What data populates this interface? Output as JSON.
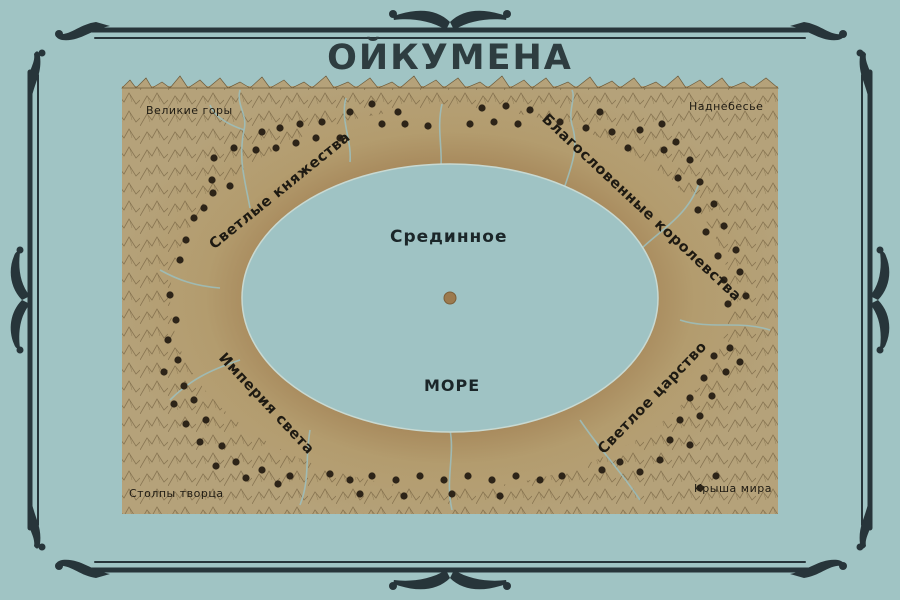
{
  "title": "ОЙКУМЕНА",
  "colors": {
    "background": "#a0c4c4",
    "frame": "#27353a",
    "land": "#b09a6c",
    "land_inner": "#a8895a",
    "sea": "#9fc3c4",
    "trees": "#2d2418",
    "island": "#9c7a4e"
  },
  "corner_labels": {
    "top_left": "Великие горы",
    "top_right": "Наднебесье",
    "bottom_left": "Столпы творца",
    "bottom_right": "Крыша мира"
  },
  "regions": {
    "north_west": "Светлые княжества",
    "north_east": "Благословенные королевства",
    "south_west": "Империя света",
    "south_east": "Светлое царство"
  },
  "sea": {
    "name_line1": "Срединное",
    "name_line2": "море"
  },
  "icons": {
    "frame_ornament": "scroll-flourish",
    "center_island": "circle-dot",
    "forest": "tree-dot",
    "mountains": "mountain-hatching",
    "rivers": "river-line"
  }
}
